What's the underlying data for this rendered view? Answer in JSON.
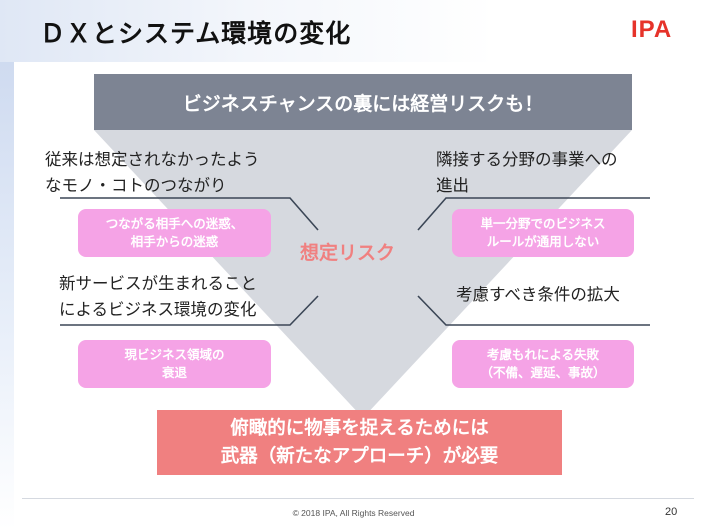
{
  "slide": {
    "title": "ＤＸとシステム環境の変化",
    "logo": "IPA",
    "top_banner": "ビジネスチャンスの裏には経営リスクも！",
    "center_label": "想定リスク",
    "left_items": [
      {
        "heading_line1": "従来は想定されなかったよう",
        "heading_line2": "なモノ・コトのつながり",
        "risk_line1": "つながる相手への迷惑、",
        "risk_line2": "相手からの迷惑"
      },
      {
        "heading_line1": "新サービスが生まれること",
        "heading_line2": "によるビジネス環境の変化",
        "risk_line1": "現ビジネス領域の",
        "risk_line2": "衰退"
      }
    ],
    "right_items": [
      {
        "heading_line1": "隣接する分野の事業への",
        "heading_line2": "進出",
        "risk_line1": "単一分野でのビジネス",
        "risk_line2": "ルールが通用しない"
      },
      {
        "heading_line1": "考慮すべき条件の拡大",
        "heading_line2": "",
        "risk_line1": "考慮もれによる失敗",
        "risk_line2": "（不備、遅延、事故）"
      }
    ],
    "bottom_banner_line1": "俯瞰的に物事を捉えるためには",
    "bottom_banner_line2": "武器（新たなアプローチ）が必要",
    "copyright": "© 2018 IPA, All Rights Reserved",
    "page_number": "20"
  },
  "colors": {
    "banner_gray": "#7d8493",
    "funnel_gray": "#d6d9df",
    "pink_box": "#f5a3e6",
    "salmon": "#f08080",
    "logo_red": "#e6332a"
  }
}
